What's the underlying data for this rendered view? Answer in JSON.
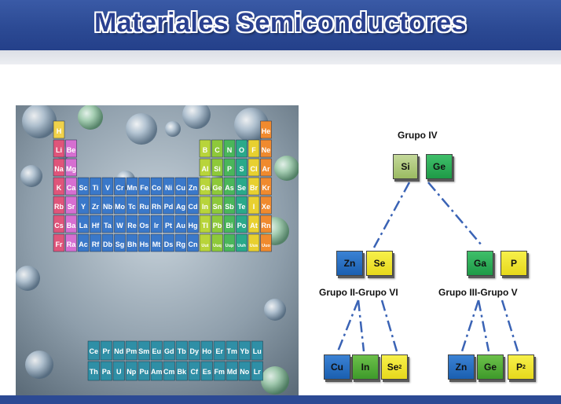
{
  "title": "Materiales Semiconductores",
  "diagram": {
    "top": {
      "label": "Grupo IV",
      "elements": [
        {
          "symbol": "Si",
          "color": "#9bbb62"
        },
        {
          "symbol": "Ge",
          "color": "#1e9a47"
        }
      ]
    },
    "left": {
      "label": "Grupo II-Grupo VI",
      "elements": [
        {
          "symbol": "Zn",
          "color": "#1a5fb0"
        },
        {
          "symbol": "Se",
          "color": "#e6d81c"
        }
      ]
    },
    "right": {
      "label": "Grupo III-Grupo V",
      "elements": [
        {
          "symbol": "Ga",
          "color": "#1e9a47"
        },
        {
          "symbol": "P",
          "color": "#e6d81c"
        }
      ]
    },
    "bottom_left": {
      "elements": [
        {
          "symbol": "Cu",
          "color": "#1a5fb0"
        },
        {
          "symbol": "In",
          "color": "#3e9a2a"
        },
        {
          "symbol": "Se",
          "subscript": "2",
          "color": "#e6d81c"
        }
      ]
    },
    "bottom_right": {
      "elements": [
        {
          "symbol": "Zn",
          "color": "#1a5fb0"
        },
        {
          "symbol": "Ge",
          "color": "#3e9a2a"
        },
        {
          "symbol": "P",
          "subscript": "2",
          "color": "#e6d81c"
        }
      ]
    }
  },
  "photo": {
    "rows": [
      [
        "H",
        "",
        "",
        "",
        "",
        "",
        "",
        "",
        "",
        "",
        "",
        "",
        "",
        "",
        "",
        "",
        "",
        "He"
      ],
      [
        "Li",
        "Be",
        "",
        "",
        "",
        "",
        "",
        "",
        "",
        "",
        "",
        "",
        "B",
        "C",
        "N",
        "O",
        "F",
        "Ne"
      ],
      [
        "Na",
        "Mg",
        "",
        "",
        "",
        "",
        "",
        "",
        "",
        "",
        "",
        "",
        "Al",
        "Si",
        "P",
        "S",
        "Cl",
        "Ar"
      ],
      [
        "K",
        "Ca",
        "Sc",
        "Ti",
        "V",
        "Cr",
        "Mn",
        "Fe",
        "Co",
        "Ni",
        "Cu",
        "Zn",
        "Ga",
        "Ge",
        "As",
        "Se",
        "Br",
        "Kr"
      ],
      [
        "Rb",
        "Sr",
        "Y",
        "Zr",
        "Nb",
        "Mo",
        "Tc",
        "Ru",
        "Rh",
        "Pd",
        "Ag",
        "Cd",
        "In",
        "Sn",
        "Sb",
        "Te",
        "I",
        "Xe"
      ],
      [
        "Cs",
        "Ba",
        "La",
        "Hf",
        "Ta",
        "W",
        "Re",
        "Os",
        "Ir",
        "Pt",
        "Au",
        "Hg",
        "Tl",
        "Pb",
        "Bi",
        "Po",
        "At",
        "Rn"
      ],
      [
        "Fr",
        "Ra",
        "Ac",
        "Rf",
        "Db",
        "Sg",
        "Bh",
        "Hs",
        "Mt",
        "Ds",
        "Rg",
        "Cn",
        "Uut",
        "Uuq",
        "Uup",
        "Uuh",
        "Uus",
        "Uuo"
      ]
    ],
    "f_rows": [
      [
        "Ce",
        "Pr",
        "Nd",
        "Pm",
        "Sm",
        "Eu",
        "Gd",
        "Tb",
        "Dy",
        "Ho",
        "Er",
        "Tm",
        "Yb",
        "Lu"
      ],
      [
        "Th",
        "Pa",
        "U",
        "Np",
        "Pu",
        "Am",
        "Cm",
        "Bk",
        "Cf",
        "Es",
        "Fm",
        "Md",
        "No",
        "Lr"
      ]
    ]
  }
}
